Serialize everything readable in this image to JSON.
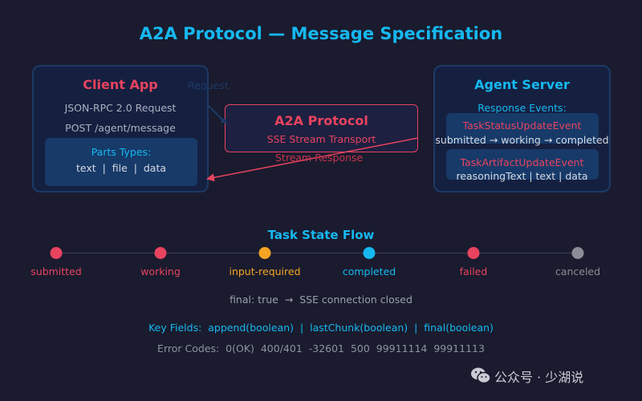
{
  "title": "A2A Protocol — Message Specification",
  "client": {
    "title": "Client App",
    "lines": [
      "JSON-RPC 2.0 Request",
      "POST /agent/message"
    ],
    "parts_title": "Parts Types:",
    "parts_values": "text  |  file  |  data"
  },
  "protocol": {
    "title": "A2A Protocol",
    "subtitle": "SSE Stream Transport"
  },
  "agent": {
    "title": "Agent Server",
    "events_title": "Response Events:",
    "events": [
      {
        "name": "TaskStatusUpdateEvent",
        "desc": "submitted → working → completed"
      },
      {
        "name": "TaskArtifactUpdateEvent",
        "desc": "reasoningText | text | data"
      }
    ]
  },
  "edges": {
    "request_label": "Request",
    "response_label": "Stream Response"
  },
  "flow": {
    "title": "Task State Flow",
    "states": [
      {
        "label": "submitted",
        "color": "#e8435f"
      },
      {
        "label": "working",
        "color": "#e8435f"
      },
      {
        "label": "input-required",
        "color": "#f5a524"
      },
      {
        "label": "completed",
        "color": "#16b8f0"
      },
      {
        "label": "failed",
        "color": "#e8435f"
      },
      {
        "label": "canceled",
        "color": "#8a8d95"
      }
    ],
    "final_note": "final: true  →  SSE connection closed"
  },
  "key_fields": "Key Fields:  append(boolean)  |  lastChunk(boolean)  |  final(boolean)",
  "error_codes": "Error Codes:  0(OK)  400/401  -32601  500  99911114  99911113",
  "watermark": {
    "icon": "wechat-icon",
    "text": "公众号 · 少湖说"
  }
}
